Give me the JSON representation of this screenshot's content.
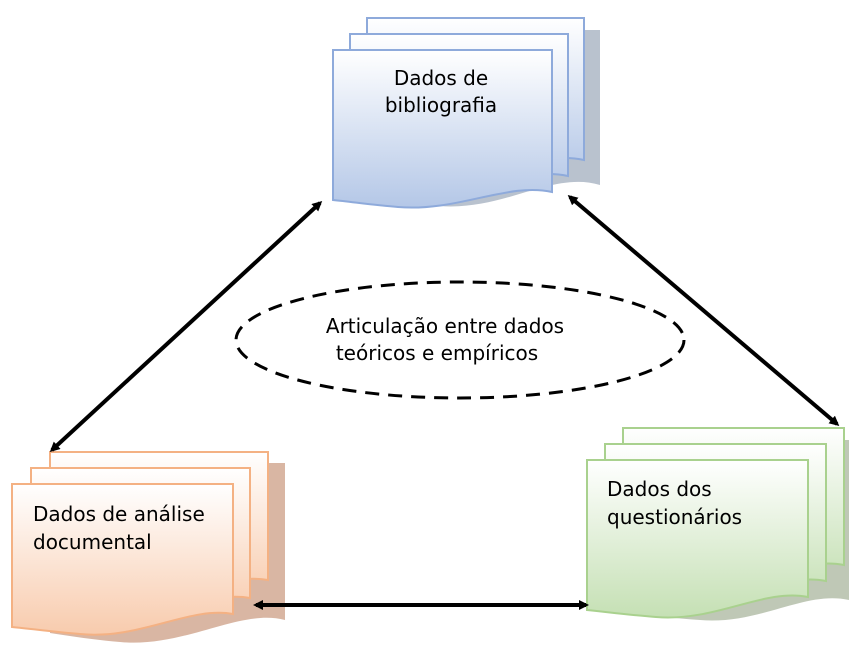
{
  "nodes": {
    "bibliografia": {
      "lines": [
        "Dados de",
        "bibliografia"
      ]
    },
    "analise_documental": {
      "lines": [
        "Dados de análise",
        "documental"
      ]
    },
    "questionarios": {
      "lines": [
        "Dados dos",
        "questionários"
      ]
    }
  },
  "center": {
    "lines": [
      "Articulação entre dados",
      "teóricos e empíricos"
    ]
  },
  "colors": {
    "blue_fill": "#c7d6ef",
    "blue_stroke": "#8eaadb",
    "orange_fill": "#f8cbad",
    "orange_stroke": "#f4b183",
    "green_fill": "#c5e0b4",
    "green_stroke": "#a9d18e",
    "arrow": "#000000"
  }
}
